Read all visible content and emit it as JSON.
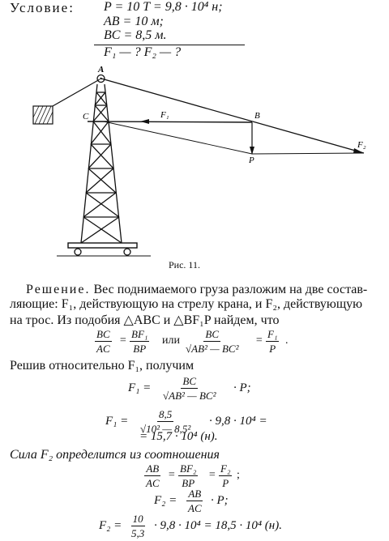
{
  "condition": {
    "label": "Условие:",
    "line1": "P = 10 T = 9,8 · 10⁴ н;",
    "line2": "AB = 10 м;",
    "line3": "BC = 8,5 м.",
    "line4": "F₁ — ? F₂ — ?"
  },
  "figure": {
    "labels": {
      "A": "A",
      "B": "B",
      "C": "C",
      "P": "P",
      "F1": "F₁",
      "F2": "F₂"
    },
    "caption": "Рис. 11."
  },
  "solution": {
    "heading": "Решение.",
    "para1_rest": " Вес поднимаемого груза разложим на две состав-",
    "para1_l2": "ляющие: F₁, действующую на стрелу крана, и F₂, действующую",
    "para1_l3": "на трос. Из подобия △ABC и △BF₁P найдем, что",
    "eq1": {
      "a_num": "BC",
      "a_den": "AC",
      "eq": "=",
      "b_num": "BF₁",
      "b_den": "BP",
      "ili": "или",
      "c_num": "BC",
      "c_den": "√AB² — BC²",
      "eq2": "=",
      "d_num": "F₁",
      "d_den": "P",
      "end": "."
    },
    "para2": "Решив относительно F₁, получим",
    "eq2": {
      "lhs": "F₁ =",
      "num": "BC",
      "den": "√AB² — BC²",
      "rhs": "· P;"
    },
    "eq3": {
      "lhs": "F₁ =",
      "num": "8,5",
      "den": "√10² — 8,5²",
      "rhs": "· 9,8 · 10⁴ =",
      "line2": "= 15,7 · 10⁴ (н)."
    },
    "para3": "Сила F₂ определится из соотношения",
    "eq4": {
      "a_num": "AB",
      "a_den": "AC",
      "eq1": "=",
      "b_num": "BF₂",
      "b_den": "BP",
      "eq2": "=",
      "c_num": "F₂",
      "c_den": "P",
      "end": ";"
    },
    "eq5": {
      "lhs": "F₂ =",
      "num": "AB",
      "den": "AC",
      "rhs": "· P;"
    },
    "eq6": {
      "lhs": "F₂ =",
      "num": "10",
      "den": "5,3",
      "rhs": "· 9,8 · 10⁴ = 18,5 · 10⁴ (н)."
    }
  }
}
